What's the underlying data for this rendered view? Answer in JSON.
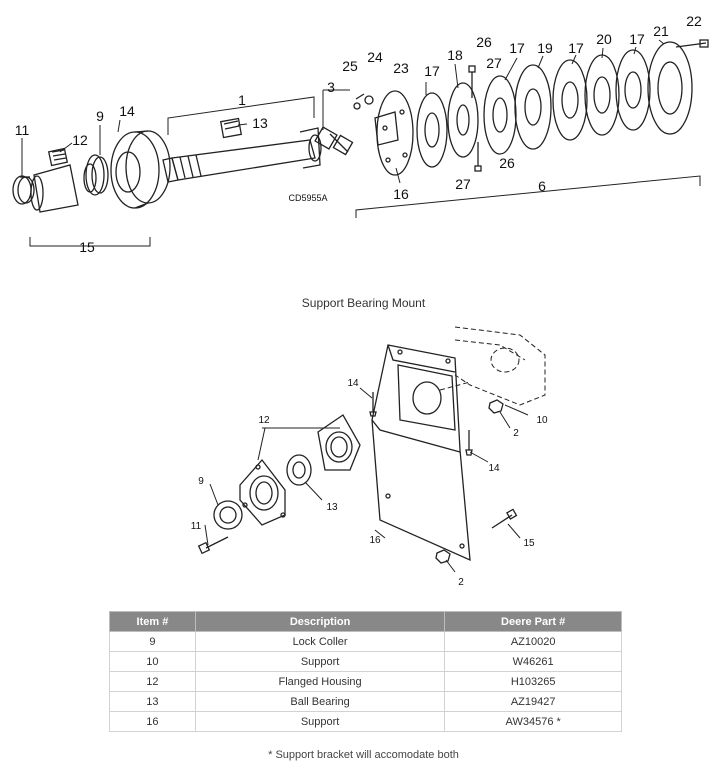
{
  "top_figure": {
    "code": "CD5955A",
    "callouts": [
      "11",
      "12",
      "9",
      "14",
      "1",
      "13",
      "3",
      "25",
      "24",
      "23",
      "17",
      "18",
      "26",
      "27",
      "17",
      "19",
      "17",
      "20",
      "17",
      "21",
      "22",
      "16",
      "27",
      "26",
      "6",
      "15"
    ]
  },
  "section_title": "Support Bearing Mount",
  "bottom_figure": {
    "callouts": [
      "14",
      "12",
      "10",
      "2",
      "14",
      "9",
      "13",
      "11",
      "16",
      "15",
      "2"
    ]
  },
  "table": {
    "headers": [
      "Item #",
      "Description",
      "Deere Part #"
    ],
    "rows": [
      {
        "item": "9",
        "description": "Lock Coller",
        "part": "AZ10020"
      },
      {
        "item": "10",
        "description": "Support",
        "part": "W46261"
      },
      {
        "item": "12",
        "description": "Flanged Housing",
        "part": "H103265"
      },
      {
        "item": "13",
        "description": "Ball Bearing",
        "part": "AZ19427"
      },
      {
        "item": "16",
        "description": "Support",
        "part": "AW34576 *"
      }
    ]
  },
  "footnote": "* Support bracket will accomodate both"
}
